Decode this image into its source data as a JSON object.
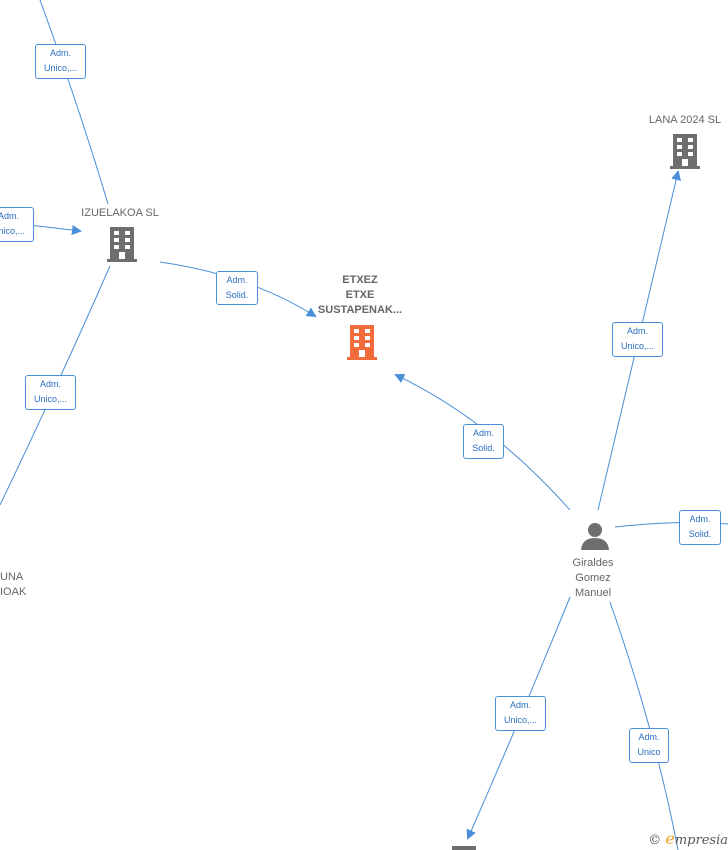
{
  "nodes": {
    "etxez": {
      "lines": [
        "ETXEZ",
        "ETXE",
        "SUSTAPENAK..."
      ],
      "type": "company",
      "color": "#f26b3a"
    },
    "izuelakoa": {
      "label": "IZUELAKOA  SL",
      "type": "company",
      "color": "#6e6e6e"
    },
    "lana": {
      "label": "LANA 2024  SL",
      "type": "company",
      "color": "#6e6e6e"
    },
    "giraldes": {
      "lines": [
        "Giraldes",
        "Gomez",
        "Manuel"
      ],
      "type": "person",
      "color": "#6e6e6e"
    },
    "partial_left": {
      "lines": [
        "UNA",
        "IOAK"
      ]
    }
  },
  "edges": [
    {
      "id": "e1",
      "lines": [
        "Adm.",
        "Unico,..."
      ]
    },
    {
      "id": "e2",
      "lines": [
        "Adm.",
        "Unico,..."
      ]
    },
    {
      "id": "e3",
      "lines": [
        "Adm.",
        "Solid."
      ]
    },
    {
      "id": "e4",
      "lines": [
        "Adm.",
        "Unico,..."
      ]
    },
    {
      "id": "e5",
      "lines": [
        "Adm.",
        "Unico,..."
      ]
    },
    {
      "id": "e6",
      "lines": [
        "Adm.",
        "Solid."
      ]
    },
    {
      "id": "e7",
      "lines": [
        "Adm.",
        "Solid."
      ]
    },
    {
      "id": "e8",
      "lines": [
        "Adm.",
        "Unico,..."
      ]
    },
    {
      "id": "e9",
      "lines": [
        "Adm.",
        "Unico"
      ]
    }
  ],
  "colors": {
    "edge": "#4a8fd8",
    "label_text": "#2a6fbf"
  },
  "footer": {
    "symbol": "©",
    "brand_initial": "e",
    "brand_rest": "mpresia"
  }
}
